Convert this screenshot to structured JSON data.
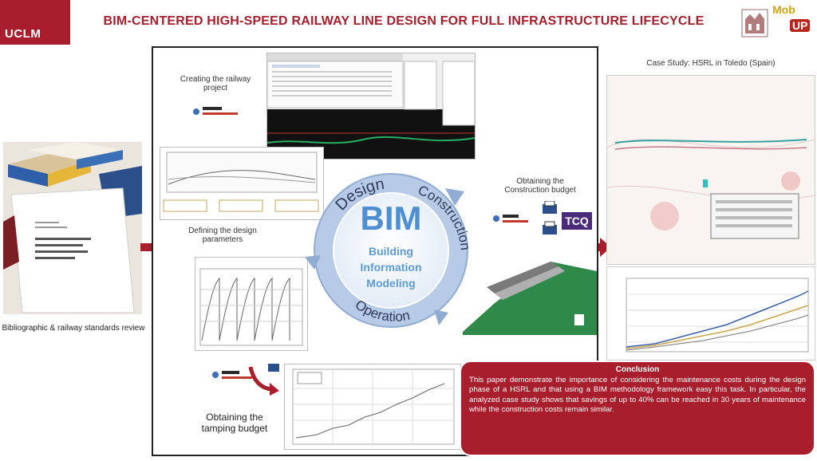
{
  "header": {
    "title": "BIM-CENTERED HIGH-SPEED RAILWAY LINE DESIGN FOR FULL INFRASTRUCTURE LIFECYCLE",
    "logo_left": "UCLM",
    "logo_right_top": "Mob",
    "logo_right_bottom": "UP"
  },
  "left_panel": {
    "caption": "Bibliographic & railway standards review"
  },
  "center": {
    "labels": {
      "creating": "Creating the railway project",
      "defining": "Defining the design parameters",
      "obtaining_construction": "Obtaining the Construction budget",
      "obtaining_tamping": "Obtaining the tamping budget"
    },
    "cycle": {
      "center_title": "BIM",
      "sub1": "Building",
      "sub2": "Information",
      "sub3": "Modeling",
      "design": "Design",
      "construction": "Construction",
      "operation": "Operation"
    },
    "tcq": "TCQ",
    "colors": {
      "ring": "#8aa6cf",
      "ring_dark": "#5876a8",
      "accent_red": "#a81e2c",
      "green": "#2f8a4a"
    }
  },
  "right_panel": {
    "caption": "Case Study: HSRL in Toledo (Spain)"
  },
  "conclusion": {
    "title": "Conclusion",
    "text": "This paper demonstrate the importance of considering the maintenance costs during the design phase of a HSRL and that using a BIM methodology framework easy this task. In particular, the analyzed case study shows that savings of up to 40% can be reached in 30 years of maintenance while the construction costs remain similar."
  }
}
